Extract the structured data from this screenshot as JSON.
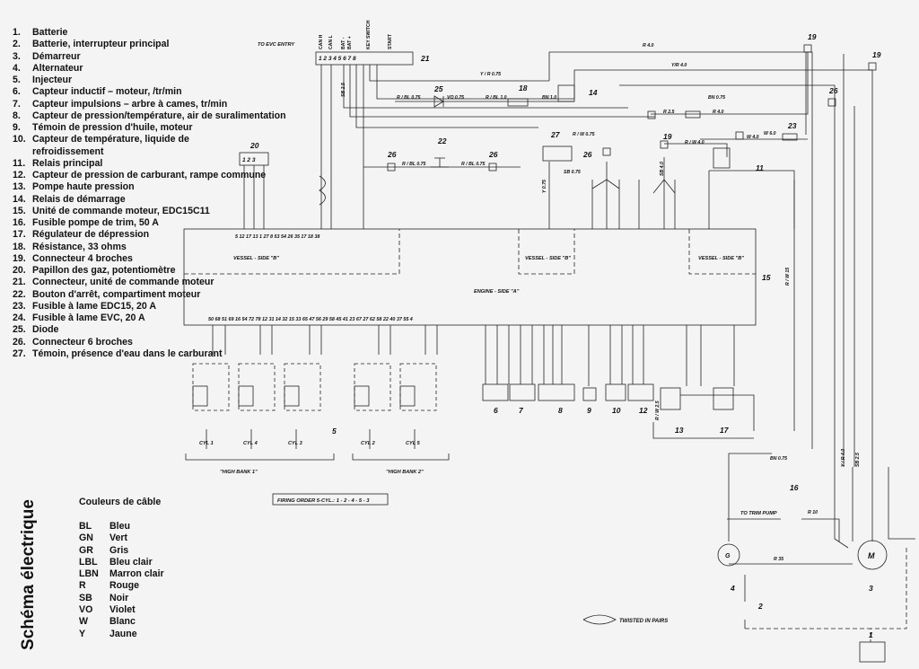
{
  "legend": [
    {
      "num": "1.",
      "text": "Batterie"
    },
    {
      "num": "2.",
      "text": "Batterie, interrupteur principal"
    },
    {
      "num": "3.",
      "text": "Démarreur"
    },
    {
      "num": "4.",
      "text": "Alternateur"
    },
    {
      "num": "5.",
      "text": "Injecteur"
    },
    {
      "num": "6.",
      "text": "Capteur inductif – moteur, /tr/min"
    },
    {
      "num": "7.",
      "text": "Capteur impulsions – arbre à cames, tr/min"
    },
    {
      "num": "8.",
      "text": "Capteur de pression/température, air de suralimentation"
    },
    {
      "num": "9.",
      "text": "Témoin de pression d'huile, moteur"
    },
    {
      "num": "10.",
      "text": "Capteur de température, liquide de"
    },
    {
      "num": "",
      "text": "refroidissement"
    },
    {
      "num": "11.",
      "text": "Relais principal"
    },
    {
      "num": "12.",
      "text": "Capteur de pression de carburant, rampe commune"
    },
    {
      "num": "13.",
      "text": "Pompe haute pression"
    },
    {
      "num": "14.",
      "text": "Relais de démarrage"
    },
    {
      "num": "15.",
      "text": "Unité de commande moteur, EDC15C11"
    },
    {
      "num": "16.",
      "text": "Fusible pompe de trim, 50 A"
    },
    {
      "num": "17.",
      "text": "Régulateur de dépression"
    },
    {
      "num": "18.",
      "text": "Résistance, 33 ohms"
    },
    {
      "num": "19.",
      "text": "Connecteur 4 broches"
    },
    {
      "num": "20.",
      "text": "Papillon des gaz, potentiomètre"
    },
    {
      "num": "21.",
      "text": "Connecteur, unité de commande moteur"
    },
    {
      "num": "22.",
      "text": "Bouton d'arrêt, compartiment moteur"
    },
    {
      "num": "23.",
      "text": "Fusible à lame EDC15, 20 A"
    },
    {
      "num": "24.",
      "text": "Fusible à lame EVC, 20 A"
    },
    {
      "num": "25.",
      "text": "Diode"
    },
    {
      "num": "26.",
      "text": "Connecteur 6 broches"
    },
    {
      "num": "27.",
      "text": "Témoin, présence d'eau dans le carburant"
    }
  ],
  "page_title": "Schéma électrique",
  "colors_title": "Couleurs de câble",
  "colors": [
    {
      "code": "BL",
      "name": "Bleu"
    },
    {
      "code": "GN",
      "name": "Vert"
    },
    {
      "code": "GR",
      "name": "Gris"
    },
    {
      "code": "LBL",
      "name": "Bleu clair"
    },
    {
      "code": "LBN",
      "name": "Marron clair"
    },
    {
      "code": "R",
      "name": "Rouge"
    },
    {
      "code": "SB",
      "name": "Noir"
    },
    {
      "code": "VO",
      "name": "Violet"
    },
    {
      "code": "W",
      "name": "Blanc"
    },
    {
      "code": "Y",
      "name": "Jaune"
    }
  ],
  "diagram": {
    "evc_entry": "TO EVC ENTRY",
    "conn21_pin_labels": [
      "CAN H",
      "CAN L",
      "BAT -",
      "BAT +",
      "KEY SWITCH",
      "START"
    ],
    "conn21_pins": "1 2 3 4 5 6 7 8",
    "conn20_pins": "1 2 3",
    "ecu_vessel_b_left": "VESSEL - SIDE \"B\"",
    "ecu_vessel_b_mid": "VESSEL - SIDE \"B\"",
    "ecu_vessel_b_right": "VESSEL - SIDE \"B\"",
    "ecu_engine_a": "ENGINE - SIDE \"A\"",
    "ecu_top_pins": "5 12 17 13 1 27 8 53 54 26 35 17 18 38",
    "ecu_bottom_pins": "50 68 51 69 16 54 72 78 12 31 14 32 15 33 65 47 56 29 58 45 41 23 67 27 62 58 22 40 37 55 4",
    "cyl1": "CYL 1",
    "cyl4": "CYL 4",
    "cyl2": "CYL 2",
    "cyl3": "CYL 3",
    "cyl5": "CYL 5",
    "bank1": "\"HIGH BANK 1\"",
    "bank2": "\"HIGH BANK 2\"",
    "firing_order": "FIRING ORDER 5-CYL.: 1 - 2 - 4 - 5 - 3",
    "trim_pump": "TO TRIM PUMP",
    "twisted": "TWISTED IN PAIRS",
    "wire_labels": [
      "R 4.0",
      "Y/R 4.0",
      "Y / R 0.75",
      "SB 2.5",
      "R / BL 0.75",
      "VO 0.75",
      "R / BL 1.0",
      "BN 1.0",
      "BN 0.75",
      "R 2.5",
      "R 4.0",
      "W 4.0",
      "W 6.0",
      "R / BL 0.75",
      "R / BL 0.75",
      "R / W 4.0",
      "R / W 0.75",
      "Y 0.75",
      "SB 0.75",
      "SB 4.0",
      "R / W 15",
      "BN 0.75",
      "R 35",
      "Y / R 4.0",
      "R 10",
      "SB 2.5",
      "R / W 2.5"
    ],
    "component_numbers": [
      "1",
      "2",
      "3",
      "4",
      "5",
      "6",
      "7",
      "8",
      "9",
      "10",
      "11",
      "12",
      "13",
      "14",
      "15",
      "16",
      "17",
      "18",
      "19",
      "19",
      "19",
      "20",
      "21",
      "22",
      "23",
      "25",
      "26",
      "26",
      "26",
      "26",
      "27"
    ],
    "motor_label": "M",
    "alt_label": "G"
  }
}
